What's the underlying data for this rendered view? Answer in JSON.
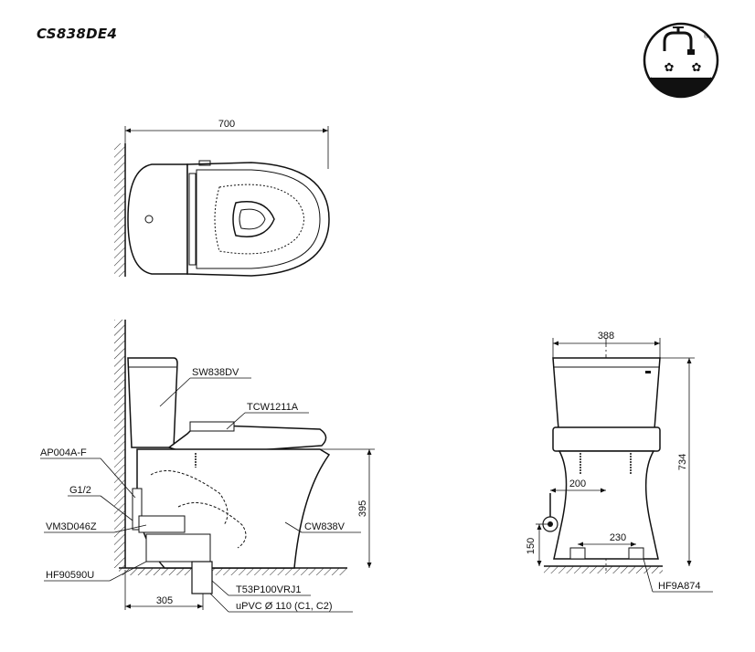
{
  "header": {
    "model_code": "CS838DE4"
  },
  "badge": {
    "icon": "faucet-water-saving-icon",
    "mark": "®"
  },
  "top_view": {
    "dim_length": "700"
  },
  "side_view": {
    "dim_height_front": "395",
    "dim_base_depth": "305",
    "parts": {
      "tank": "SW838DV",
      "seat": "TCW1211A",
      "inlet_valve": "AP004A-F",
      "supply_thread": "G1/2",
      "stop_valve": "VM3D046Z",
      "flange": "HF90590U",
      "bowl": "CW838V",
      "outlet": "T53P100VRJ1",
      "pipe": "uPVC Ø 110 (C1, C2)"
    }
  },
  "front_view": {
    "dim_width": "388",
    "dim_total_height": "734",
    "dim_supply_offset": "200",
    "dim_supply_height": "150",
    "dim_base_width": "230",
    "parts": {
      "fixing": "HF9A874"
    }
  }
}
